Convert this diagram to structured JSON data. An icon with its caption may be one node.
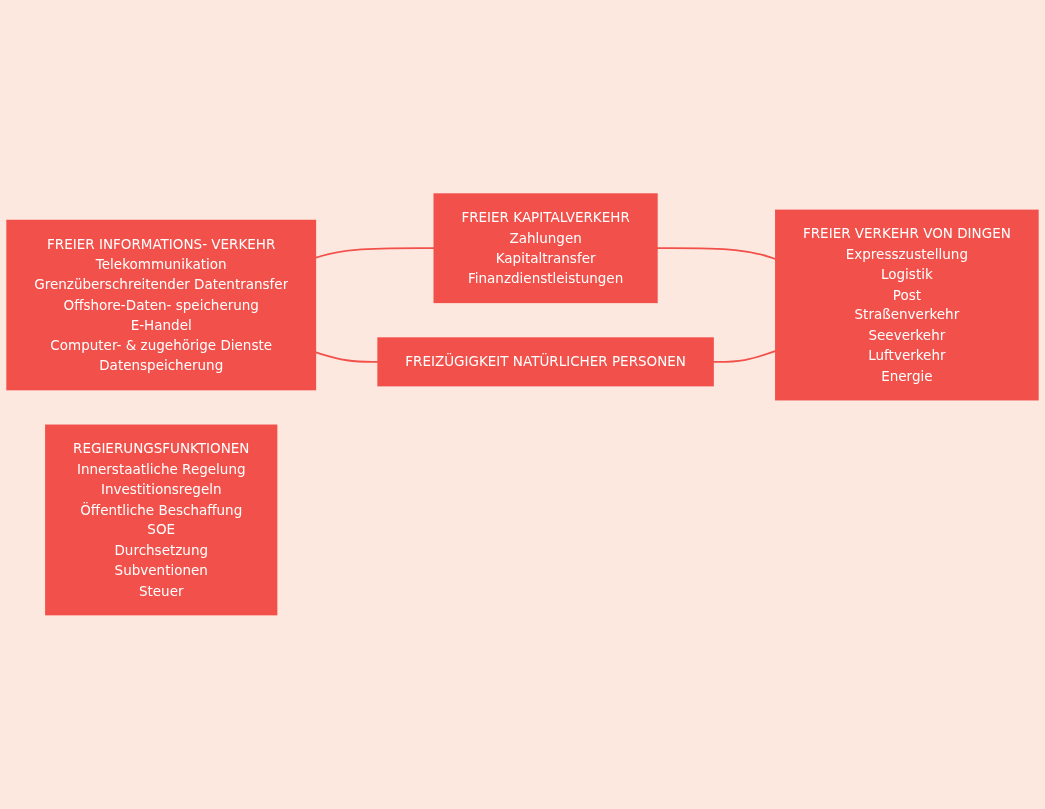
{
  "diagram": {
    "nodes": [
      {
        "text": [
          "FREIER INFORMATIONS- VERKEHR",
          "Telekommunikation",
          "Grenzüberschreitender Datentransfer",
          "Offshore-Daten- speicherung",
          "E-Handel",
          "Computer- & zugehörige Dienste",
          "Datenspeicherung"
        ]
      },
      {
        "text": [
          "FREIER KAPITALVERKEHR",
          "Zahlungen",
          "Kapitaltransfer",
          "Finanzdienstleistungen"
        ]
      },
      {
        "text": [
          "REGIERUNGSFUNKTIONEN",
          "Innerstaatliche Regelung",
          "Investitionsregeln",
          "Öffentliche Beschaffung",
          "SOE",
          "Durchsetzung",
          "Subventionen",
          "Steuer"
        ]
      },
      {
        "text": [
          "FREIER VERKEHR VON DINGEN",
          "Expresszustellung",
          "Logistik",
          "Post",
          "Straßenverkehr",
          "Seeverkehr",
          "Luftverkehr",
          "Energie"
        ]
      },
      {
        "text": [
          "FREIZÜGIGKEIT NATÜRLICHER PERSONEN"
        ]
      }
    ],
    "edges": [
      {
        "from": 0,
        "to": 1,
        "arrow": "none"
      },
      {
        "from": 1,
        "to": 3,
        "arrow": "none"
      },
      {
        "from": 0,
        "to": 4,
        "arrow": "none"
      },
      {
        "from": 4,
        "to": 3,
        "arrow": "none"
      }
    ]
  }
}
